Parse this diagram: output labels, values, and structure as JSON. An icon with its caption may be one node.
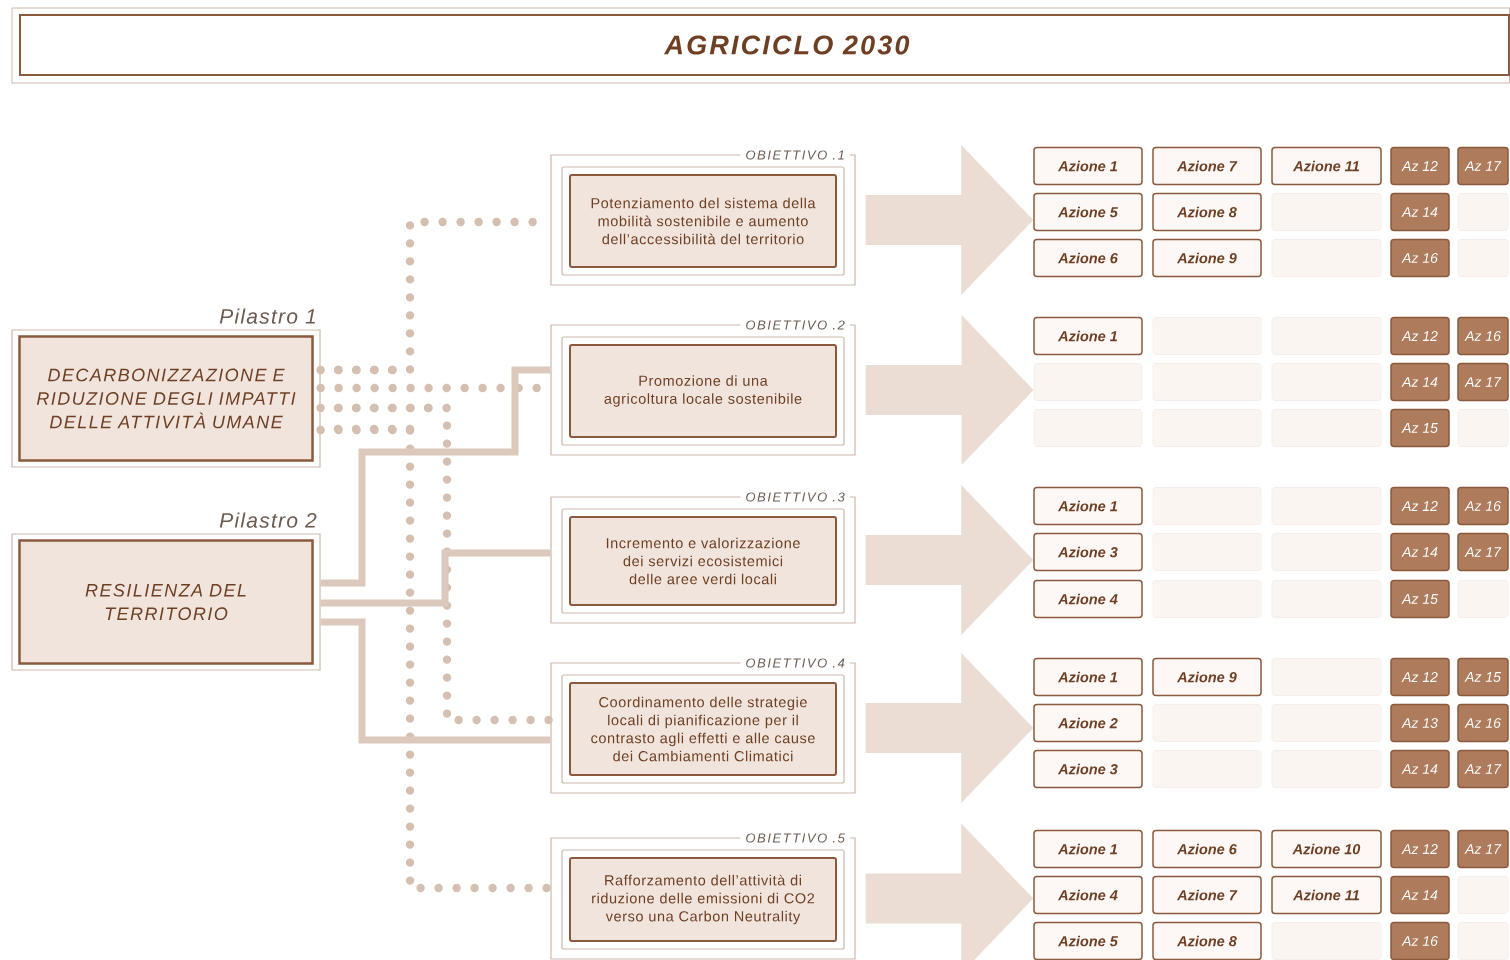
{
  "diagram": {
    "title": "AGRICICLO 2030",
    "nodes": [
      {
        "text": [
          "Pilastro 1",
          "DECARBONIZZAZIONE E RIDUZIONE DEGLI IMPATTI DELLE ATTIVITÀ UMANE"
        ]
      },
      {
        "text": [
          "Pilastro 2",
          "RESILIENZA DEL TERRITORIO"
        ]
      },
      {
        "text": [
          "OBIETTIVO .1",
          "Potenziamento del sistema della mobilità sostenibile e aumento dell’accessibilità del territorio"
        ]
      },
      {
        "text": [
          "OBIETTIVO .2",
          "Promozione di una agricoltura locale sostenibile"
        ]
      },
      {
        "text": [
          "OBIETTIVO .3",
          "Incremento e valorizzazione dei servizi ecosistemici delle aree verdi locali"
        ]
      },
      {
        "text": [
          "OBIETTIVO .4",
          "Coordinamento delle strategie locali di pianificazione per il contrasto agli effetti e alle cause dei Cambiamenti Climatici"
        ]
      },
      {
        "text": [
          "OBIETTIVO .5",
          "Rafforzamento dell’attività di riduzione delle emissioni di CO2 verso una Carbon Neutrality"
        ]
      },
      {
        "text": [
          "Azione 1"
        ]
      },
      {
        "text": [
          "Azione 7"
        ]
      },
      {
        "text": [
          "Azione 11"
        ]
      },
      {
        "text": [
          "Az 12"
        ]
      },
      {
        "text": [
          "Az 17"
        ]
      },
      {
        "text": [
          "Azione 5"
        ]
      },
      {
        "text": [
          "Azione 8"
        ]
      },
      {
        "text": [],
        "shape": "box"
      },
      {
        "text": [
          "Az 14"
        ]
      },
      {
        "text": [],
        "shape": "box"
      },
      {
        "text": [
          "Azione 6"
        ]
      },
      {
        "text": [
          "Azione 9"
        ]
      },
      {
        "text": [],
        "shape": "box"
      },
      {
        "text": [
          "Az 16"
        ]
      },
      {
        "text": [],
        "shape": "box"
      },
      {
        "text": [
          "Azione 1"
        ]
      },
      {
        "text": [],
        "shape": "box"
      },
      {
        "text": [],
        "shape": "box"
      },
      {
        "text": [
          "Az 12"
        ]
      },
      {
        "text": [
          "Az 16"
        ]
      },
      {
        "text": [],
        "shape": "box"
      },
      {
        "text": [],
        "shape": "box"
      },
      {
        "text": [],
        "shape": "box"
      },
      {
        "text": [
          "Az 14"
        ]
      },
      {
        "text": [
          "Az 17"
        ]
      },
      {
        "text": [],
        "shape": "box"
      },
      {
        "text": [],
        "shape": "box"
      },
      {
        "text": [],
        "shape": "box"
      },
      {
        "text": [
          "Az 15"
        ]
      },
      {
        "text": [],
        "shape": "box"
      },
      {
        "text": [
          "Azione 1"
        ]
      },
      {
        "text": [],
        "shape": "box"
      },
      {
        "text": [],
        "shape": "box"
      },
      {
        "text": [
          "Az 12"
        ]
      },
      {
        "text": [
          "Az 16"
        ]
      },
      {
        "text": [
          "Azione 3"
        ]
      },
      {
        "text": [],
        "shape": "box"
      },
      {
        "text": [],
        "shape": "box"
      },
      {
        "text": [
          "Az 14"
        ]
      },
      {
        "text": [
          "Az 17"
        ]
      },
      {
        "text": [
          "Azione 4"
        ]
      },
      {
        "text": [],
        "shape": "box"
      },
      {
        "text": [],
        "shape": "box"
      },
      {
        "text": [
          "Az 15"
        ]
      },
      {
        "text": [],
        "shape": "box"
      },
      {
        "text": [
          "Azione 1"
        ]
      },
      {
        "text": [
          "Azione 9"
        ]
      },
      {
        "text": [],
        "shape": "box"
      },
      {
        "text": [
          "Az 12"
        ]
      },
      {
        "text": [
          "Az 15"
        ]
      },
      {
        "text": [
          "Azione 2"
        ]
      },
      {
        "text": [],
        "shape": "box"
      },
      {
        "text": [],
        "shape": "box"
      },
      {
        "text": [
          "Az 13"
        ]
      },
      {
        "text": [
          "Az 16"
        ]
      },
      {
        "text": [
          "Azione 3"
        ]
      },
      {
        "text": [],
        "shape": "box"
      },
      {
        "text": [],
        "shape": "box"
      },
      {
        "text": [
          "Az 14"
        ]
      },
      {
        "text": [
          "Az 17"
        ]
      },
      {
        "text": [
          "Azione 1"
        ]
      },
      {
        "text": [
          "Azione 6"
        ]
      },
      {
        "text": [
          "Azione 10"
        ]
      },
      {
        "text": [
          "Az 12"
        ]
      },
      {
        "text": [
          "Az 17"
        ]
      },
      {
        "text": [
          "Azione 4"
        ]
      },
      {
        "text": [
          "Azione 7"
        ]
      },
      {
        "text": [
          "Azione 11"
        ]
      },
      {
        "text": [
          "Az 14"
        ]
      },
      {
        "text": [],
        "shape": "box"
      },
      {
        "text": [
          "Azione 5"
        ]
      },
      {
        "text": [
          "Azione 8"
        ]
      },
      {
        "text": [],
        "shape": "box"
      },
      {
        "text": [
          "Az 16"
        ]
      },
      {
        "text": [],
        "shape": "box"
      }
    ],
    "edges": [
      {
        "from": 0,
        "to": 2,
        "arrow": "none",
        "style": "dashed"
      },
      {
        "from": 0,
        "to": 3,
        "arrow": "none",
        "style": "dashed"
      },
      {
        "from": 0,
        "to": 5,
        "arrow": "none",
        "style": "dashed"
      },
      {
        "from": 0,
        "to": 6,
        "arrow": "none",
        "style": "dashed"
      },
      {
        "from": 1,
        "to": 3,
        "arrow": "none"
      },
      {
        "from": 1,
        "to": 4,
        "arrow": "none"
      },
      {
        "from": 1,
        "to": 5,
        "arrow": "none"
      },
      {
        "from": 2,
        "to": 12,
        "arrow": "to",
        "style": "thick"
      },
      {
        "from": 3,
        "to": 27,
        "arrow": "to",
        "style": "thick"
      },
      {
        "from": 4,
        "to": 42,
        "arrow": "to",
        "style": "thick"
      },
      {
        "from": 5,
        "to": 57,
        "arrow": "to",
        "style": "thick"
      },
      {
        "from": 6,
        "to": 72,
        "arrow": "to",
        "style": "thick"
      }
    ]
  }
}
